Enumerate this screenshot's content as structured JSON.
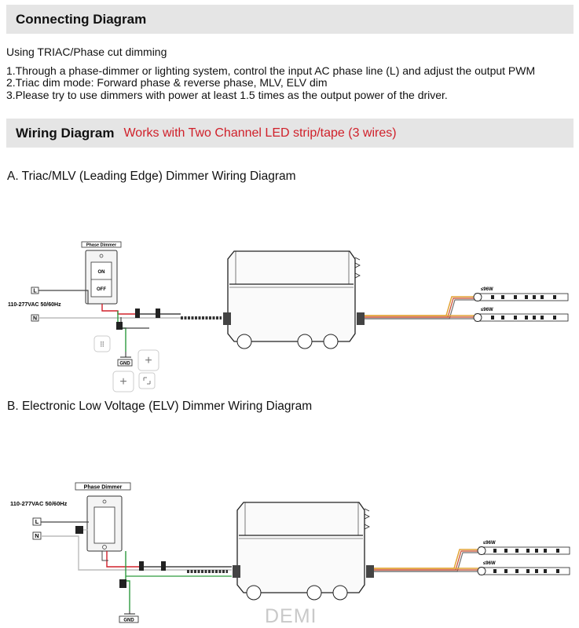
{
  "header1": {
    "title": "Connecting Diagram"
  },
  "intro": {
    "line0": "Using TRIAC/Phase cut dimming",
    "line1": "1.Through a  phase-dimmer or lighting system, control the input AC phase line (L) and adjust the output PWM",
    "line2": "2.Triac dim mode: Forward phase & reverse phase, MLV, ELV dim",
    "line3": "3.Please try to use dimmers with power at least  1.5 times as the output power of the driver."
  },
  "header2": {
    "title": "Wiring Diagram",
    "subtitle": "Works with Two Channel LED strip/tape (3 wires)"
  },
  "sectionA": {
    "title": "A. Triac/MLV (Leading Edge) Dimmer Wiring Diagram",
    "dimmer_label": "Phase Dimmer",
    "on": "ON",
    "off": "OFF",
    "voltage": "110-277VAC 50/60Hz",
    "live": "L",
    "neutral": "N",
    "ground": "GND",
    "strip1": "≤96W",
    "strip2": "≤96W"
  },
  "sectionB": {
    "title": "B.  Electronic Low Voltage (ELV) Dimmer Wiring Diagram",
    "dimmer_label": "Phase Dimmer",
    "voltage": "110-277VAC 50/60Hz",
    "live": "L",
    "neutral": "N",
    "ground": "GND",
    "strip1": "≤96W",
    "strip2": "≤96W"
  },
  "brand": "DEMI",
  "colors": {
    "header_bg": "#e5e5e5",
    "subtitle_red": "#d0202a",
    "live_wire": "#d0202a",
    "ground_wire": "#2e9a3e"
  }
}
